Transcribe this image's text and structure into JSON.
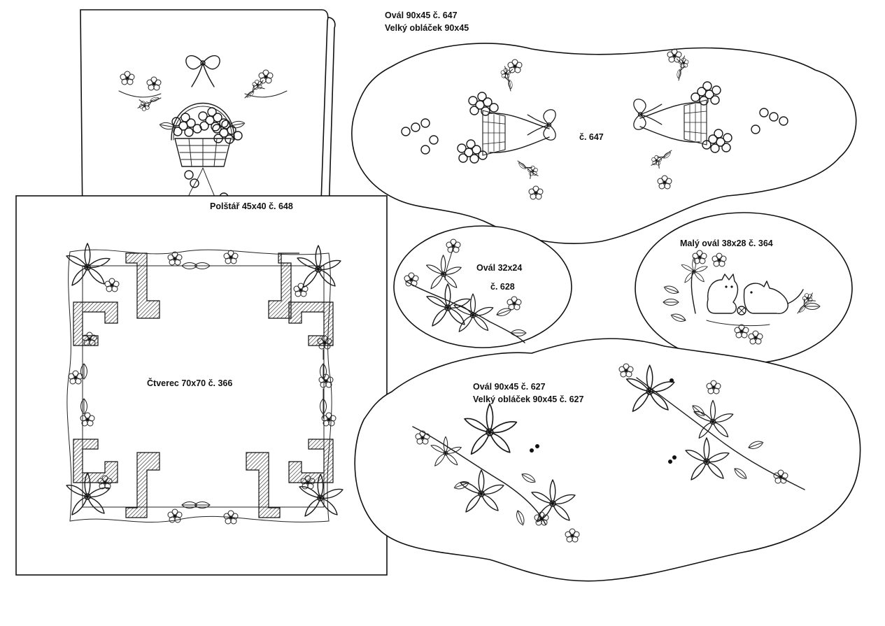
{
  "sheet": {
    "pillow": {
      "label": "Polštář 45x40   č. 648"
    },
    "square": {
      "label": "Čtverec 70x70   č. 366"
    },
    "cloud_647": {
      "title_line1": "Ovál 90x45   č. 647",
      "title_line2": "Velký obláček 90x45",
      "center_label": "č. 647"
    },
    "oval_628": {
      "title": "Ovál 32x24",
      "number": "č. 628"
    },
    "oval_364": {
      "title": "Malý ovál 38x28   č. 364"
    },
    "cloud_627": {
      "title_line1": "Ovál 90x45   č. 627",
      "title_line2": "Velký obláček 90x45   č. 627"
    }
  },
  "motifs": {
    "pillow": "flower-basket-with-bow",
    "cloud_647": "mirrored-flower-baskets",
    "oval_628": "flower-branch",
    "oval_364": "kittens-with-flowers",
    "cloud_627": "blossom-branches",
    "square": "floral-corner-frame"
  }
}
